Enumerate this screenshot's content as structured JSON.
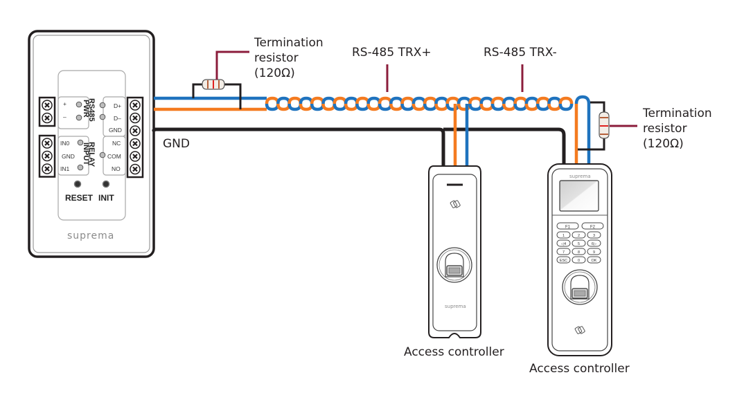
{
  "colors": {
    "wire_blue": "#1f73be",
    "wire_orange": "#f47b20",
    "wire_black": "#231f20",
    "leader": "#8b1c3b",
    "resistor_band": "#b5603a",
    "resistor_mid_band": "#e0201e"
  },
  "labels": {
    "termination_left": [
      "Termination",
      "resistor",
      "(120Ω)"
    ],
    "termination_right": [
      "Termination",
      "resistor",
      "(120Ω)"
    ],
    "trx_plus": "RS-485 TRX+",
    "trx_minus": "RS-485 TRX-",
    "gnd": "GND",
    "controller_1": "Access controller",
    "controller_2": "Access controller"
  },
  "module": {
    "brand": "suprema",
    "pwr_label": "PWR",
    "rs485_label": "RS485",
    "input_label": "INPUT",
    "relay_label": "RELAY",
    "pwr_pins": [
      "+",
      "–"
    ],
    "rs485_pins": [
      "D+",
      "D–",
      "GND"
    ],
    "input_pins": [
      "IN0",
      "GND",
      "IN1"
    ],
    "relay_pins": [
      "NC",
      "COM",
      "NO"
    ],
    "reset_label": "RESET",
    "init_label": "INIT"
  },
  "reader1": {
    "brand": "suprema"
  },
  "reader2": {
    "brand": "suprema",
    "fkeys": [
      "F1",
      "F2"
    ],
    "keys": [
      "1",
      "2",
      "3",
      "◁4",
      "5",
      "6▷",
      "7",
      "8",
      "9",
      "ESC",
      "0",
      "OK"
    ]
  }
}
